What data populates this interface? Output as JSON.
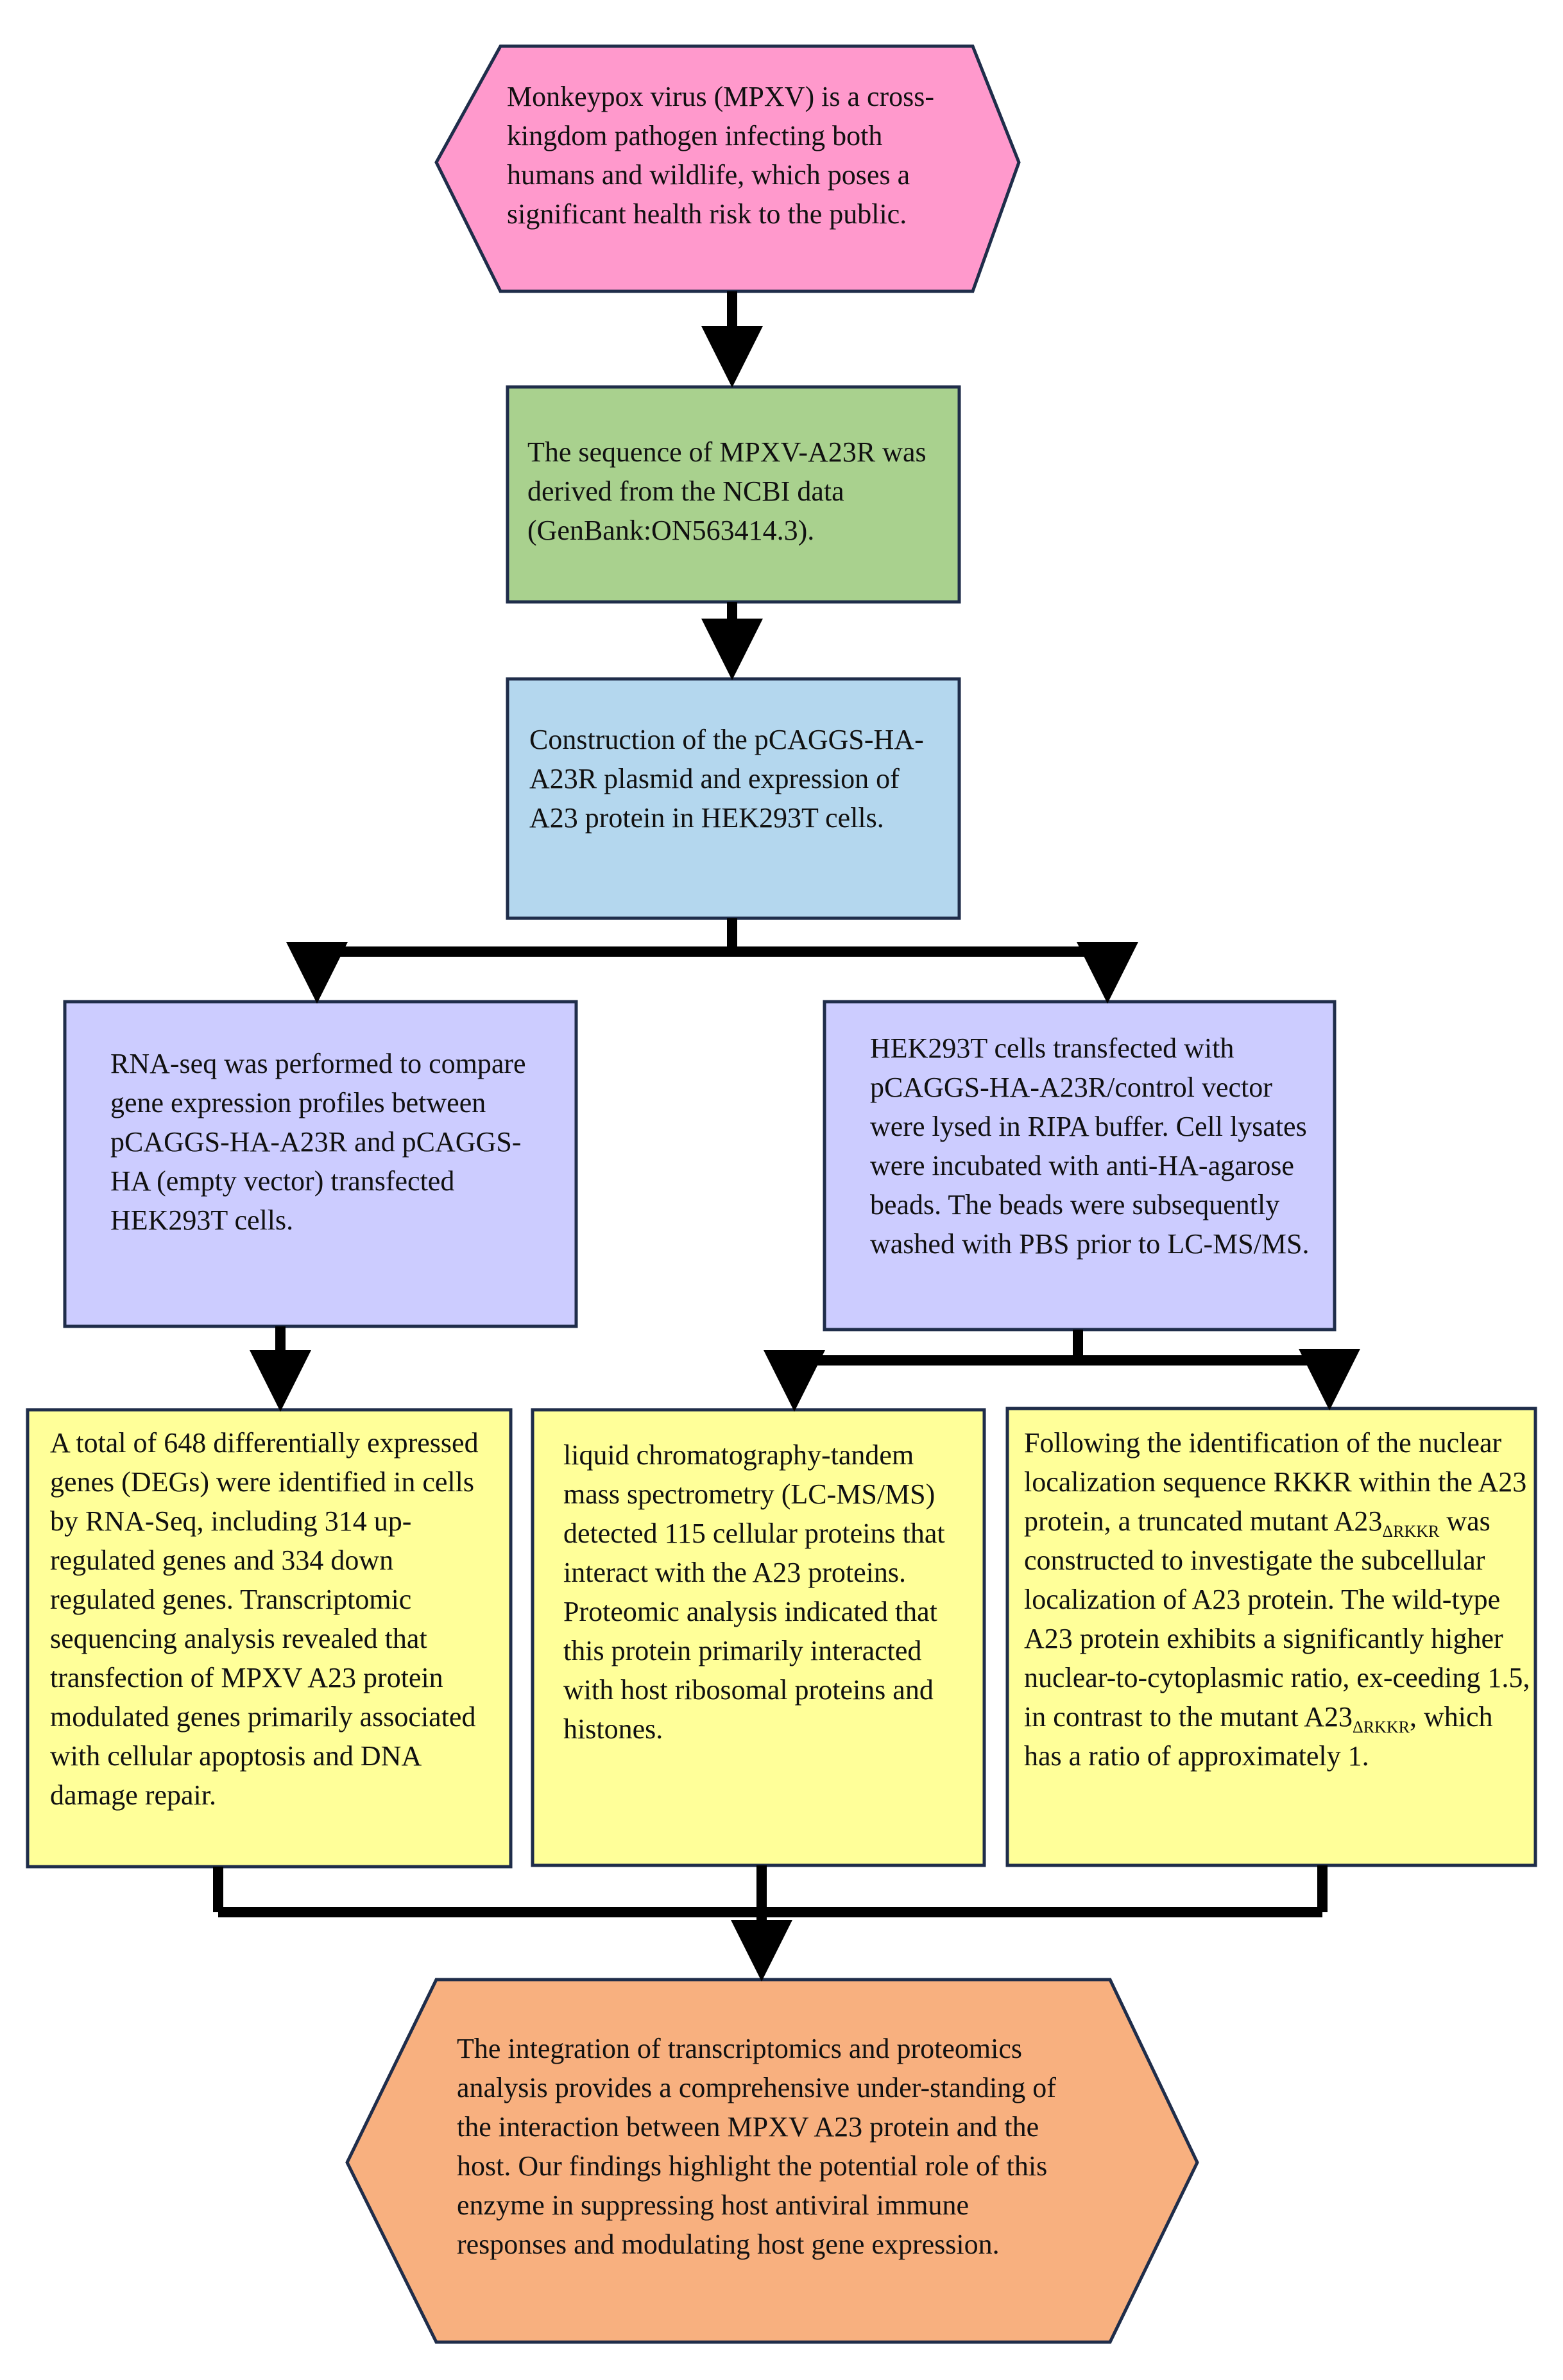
{
  "colors": {
    "hexagon_top": "#FF99CC",
    "box_green": "#A9D18E",
    "box_blue": "#B4D7EE",
    "box_purple": "#CCCCFF",
    "box_yellow": "#FFFF99",
    "hexagon_bottom": "#F8B07F",
    "arrow": "#000000"
  },
  "nodes": {
    "background": {
      "text": "Monkeypox virus (MPXV) is a cross-kingdom pathogen infecting both humans and wildlife, which poses a significant health risk to the public."
    },
    "sequence": {
      "text": "The sequence of MPXV-A23R was derived from the NCBI data (GenBank:ON563414.3)."
    },
    "construction": {
      "text": "Construction of the pCAGGS-HA-A23R plasmid and expression of A23 protein in HEK293T cells."
    },
    "rnaseq": {
      "text": "RNA-seq was performed to compare gene expression profiles between pCAGGS-HA-A23R and pCAGGS-HA (empty vector) transfected HEK293T cells."
    },
    "lcms_method": {
      "text": "HEK293T cells transfected with pCAGGS-HA-A23R/control vector were lysed in RIPA buffer. Cell lysates were incubated with anti-HA-agarose beads. The beads were subsequently washed with PBS prior to LC-MS/MS."
    },
    "degs": {
      "text": "A total of 648 differentially expressed genes (DEGs) were identified in cells by RNA-Seq, including 314 up-regulated genes and 334 down regulated genes. Transcriptomic sequencing analysis revealed that transfection of MPXV A23 protein modulated genes primarily associated with cellular apoptosis and DNA damage repair."
    },
    "proteomics": {
      "text": "liquid chromatography-tandem mass spectrometry (LC-MS/MS) detected 115 cellular proteins that interact with the A23 proteins. Proteomic analysis indicated that this protein primarily interacted with host ribosomal proteins and histones."
    },
    "nls": {
      "part1": "Following the identification of the nuclear localization sequence RKKR within the A23 protein, a truncated mutant A23",
      "sub1": "ΔRKKR",
      "part2": " was constructed to investigate the subcellular localization of A23 protein. The wild-type A23 protein exhibits a significantly higher nuclear-to-cytoplasmic ratio, ex-ceeding 1.5, in contrast to the mutant A23",
      "sub2": "ΔRKKR",
      "part3": ", which has a ratio of approximately 1."
    },
    "conclusion": {
      "text": "The integration of transcriptomics and proteomics analysis provides a comprehensive under-standing of the interaction between MPXV A23 protein and the host. Our findings highlight the potential role of this enzyme in suppressing host antiviral immune responses and modulating host gene expression."
    }
  }
}
